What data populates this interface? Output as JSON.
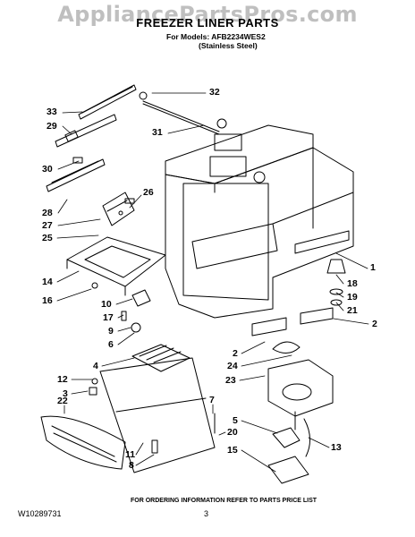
{
  "watermark": "AppliancePartsPros.com",
  "header": {
    "title": "FREEZER LINER PARTS",
    "models_line": "For Models: AFB2234WES2",
    "finish_line": "(Stainless Steel)"
  },
  "callouts": [
    {
      "id": "c33",
      "label": "33"
    },
    {
      "id": "c32",
      "label": "32"
    },
    {
      "id": "c29",
      "label": "29"
    },
    {
      "id": "c31",
      "label": "31"
    },
    {
      "id": "c30",
      "label": "30"
    },
    {
      "id": "c26",
      "label": "26"
    },
    {
      "id": "c28",
      "label": "28"
    },
    {
      "id": "c27",
      "label": "27"
    },
    {
      "id": "c25",
      "label": "25"
    },
    {
      "id": "c1",
      "label": "1"
    },
    {
      "id": "c14",
      "label": "14"
    },
    {
      "id": "c18",
      "label": "18"
    },
    {
      "id": "c16",
      "label": "16"
    },
    {
      "id": "c19",
      "label": "19"
    },
    {
      "id": "c10",
      "label": "10"
    },
    {
      "id": "c21",
      "label": "21"
    },
    {
      "id": "c17",
      "label": "17"
    },
    {
      "id": "c2a",
      "label": "2"
    },
    {
      "id": "c9",
      "label": "9"
    },
    {
      "id": "c6",
      "label": "6"
    },
    {
      "id": "c2b",
      "label": "2"
    },
    {
      "id": "c24",
      "label": "24"
    },
    {
      "id": "c4",
      "label": "4"
    },
    {
      "id": "c23",
      "label": "23"
    },
    {
      "id": "c12",
      "label": "12"
    },
    {
      "id": "c3",
      "label": "3"
    },
    {
      "id": "c7",
      "label": "7"
    },
    {
      "id": "c22",
      "label": "22"
    },
    {
      "id": "c5",
      "label": "5"
    },
    {
      "id": "c20",
      "label": "20"
    },
    {
      "id": "c13",
      "label": "13"
    },
    {
      "id": "c11",
      "label": "11"
    },
    {
      "id": "c15",
      "label": "15"
    },
    {
      "id": "c8",
      "label": "8"
    }
  ],
  "footer": {
    "ordering_note": "FOR ORDERING INFORMATION REFER TO PARTS PRICE LIST",
    "doc_id": "W10289731",
    "page": "3"
  }
}
